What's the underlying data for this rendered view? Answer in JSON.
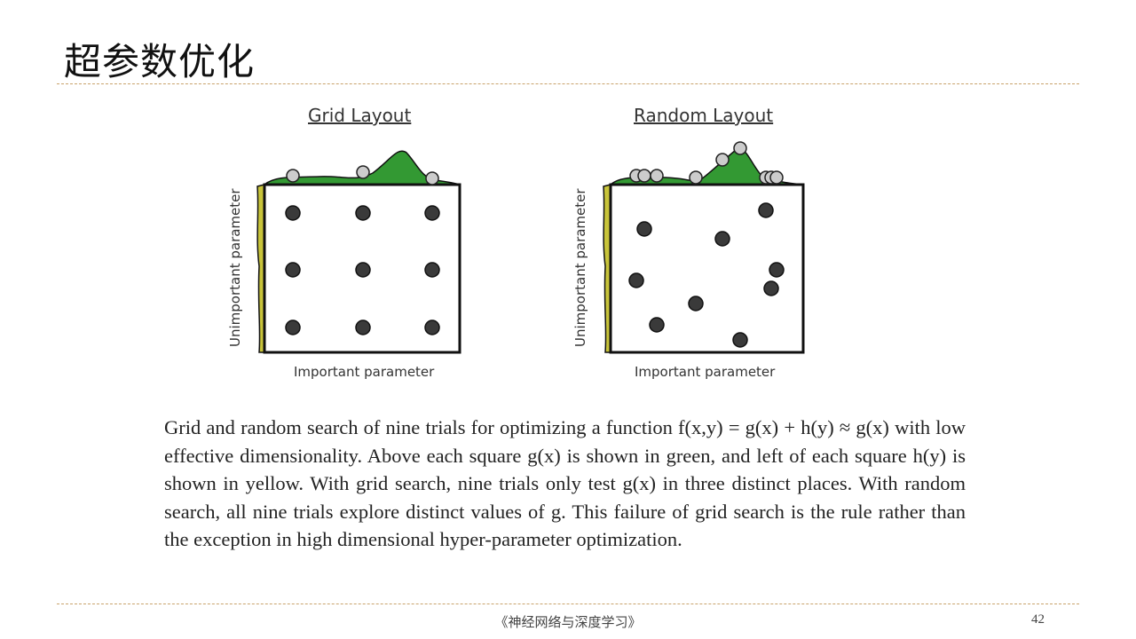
{
  "title": "超参数优化",
  "figures": {
    "grid": {
      "title": "Grid Layout",
      "xlabel": "Important parameter",
      "ylabel": "Unimportant parameter"
    },
    "random": {
      "title": "Random Layout",
      "xlabel": "Important parameter",
      "ylabel": "Unimportant parameter"
    }
  },
  "caption": "Grid and random search of nine trials for optimizing a function f(x,y) = g(x) + h(y) ≈ g(x) with low effective dimensionality. Above each square g(x) is shown in green, and left of each square h(y) is shown in yellow. With grid search, nine trials only test g(x) in three distinct places. With random search, all nine trials explore distinct values of g. This failure of grid search is the rule rather than the exception in high dimensional hyper-parameter optimization.",
  "footer": "《神经网络与深度学习》",
  "page_number": "42"
}
